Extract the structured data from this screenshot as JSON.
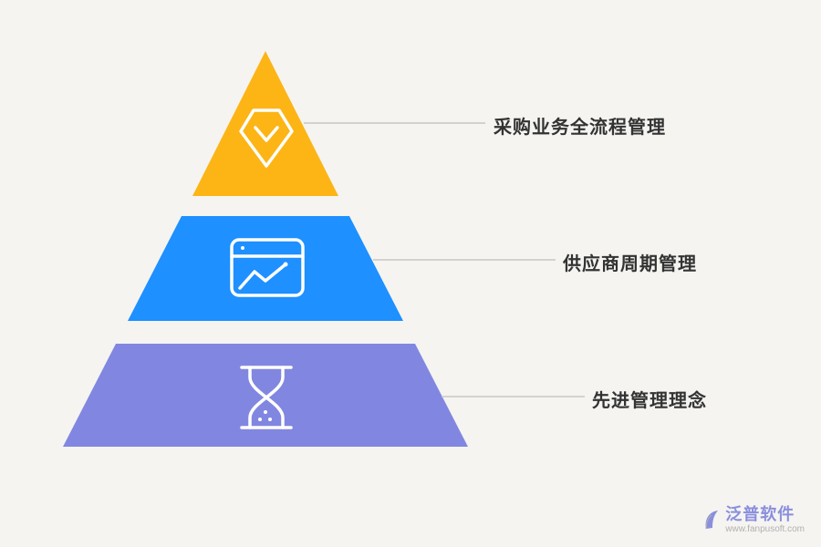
{
  "background": "#f5f4f1",
  "tiers": [
    {
      "label": "采购业务全流程管理",
      "color": "#fcb515",
      "icon": "gem-check-icon"
    },
    {
      "label": "供应商周期管理",
      "color": "#1e90ff",
      "icon": "browser-chart-icon"
    },
    {
      "label": "先进管理理念",
      "color": "#8187e0",
      "icon": "hourglass-icon"
    }
  ],
  "connector_color": "#c9c7c4",
  "label_color": "#333333",
  "logo": {
    "name": "泛普软件",
    "url": "www.fanpusoft.com",
    "color": "#8a8fdd"
  }
}
